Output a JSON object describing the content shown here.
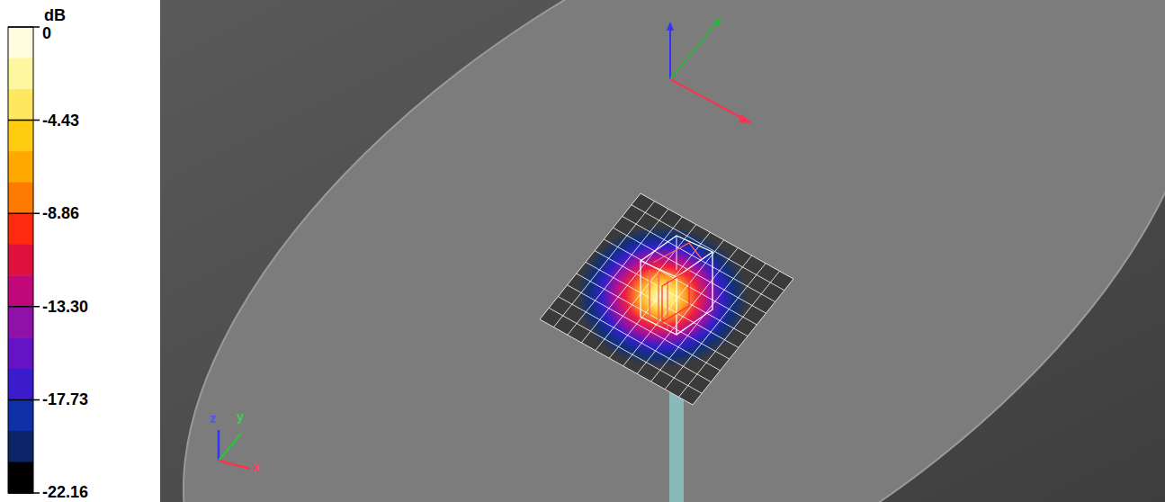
{
  "diagram": {
    "labels": [
      "dB",
      "0",
      "-4.43",
      "-8.86",
      "-13.30",
      "-17.73",
      "-22.16",
      "z",
      "y",
      "x"
    ]
  }
}
